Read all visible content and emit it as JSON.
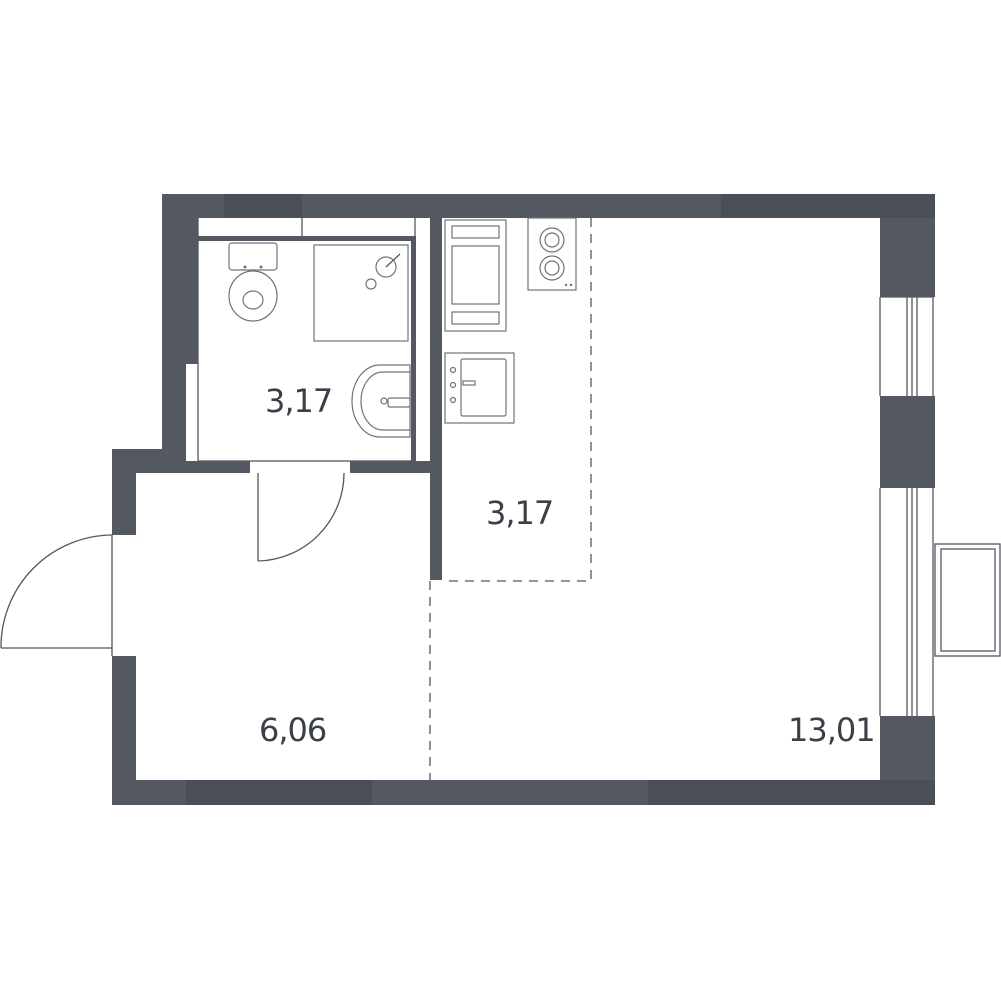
{
  "rooms": [
    {
      "id": "bathroom",
      "area": "3,17"
    },
    {
      "id": "kitchen",
      "area": "3,17"
    },
    {
      "id": "hallway",
      "area": "6,06"
    },
    {
      "id": "living-room",
      "area": "13,01"
    }
  ],
  "colors": {
    "wall": "#545860",
    "text": "#3b4048",
    "fixture_line": "#6f737a",
    "background": "#ffffff"
  }
}
